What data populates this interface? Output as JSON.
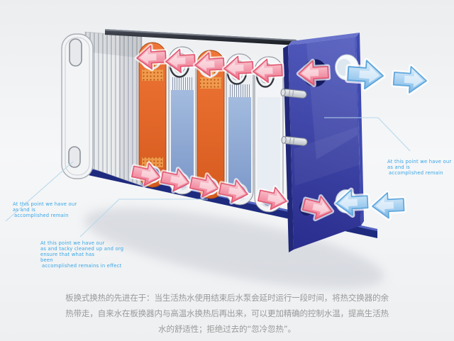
{
  "caption": {
    "lines": [
      "板换式换热的先进在于：当生活热水使用结束后水泵会延时运行一段时间，将热交换器的余",
      "热带走，自来水在板换器内与高温水换热后再出来，可以更加精确的控制水温，提高生活热",
      "水的舒适性；拒绝过去的“忽冷忽热”。"
    ]
  },
  "annotations": {
    "left": {
      "lines": [
        "At this point we have our",
        "as and is",
        "accomplished remain"
      ]
    },
    "bottom": {
      "lines": [
        "At this point we have our",
        "as and tacky cleaned up and org",
        "ensure that what has",
        "been",
        "accomplished remains in effect"
      ]
    },
    "right": {
      "lines": [
        "At this point we have our",
        "as and is",
        "accomplished remain"
      ]
    }
  },
  "colors": {
    "background": "#f1f2f4",
    "hot_plate": "#e4612a",
    "cold_plate": "#8aa5d4",
    "end_plate": "#353c9e",
    "frame_rail": "#1e2a7e",
    "hot_arrow": "#ee6e87",
    "cold_arrow": "#7ab8e9",
    "annotation_text": "#36a5e6",
    "caption_text": "#9a9a9a"
  }
}
